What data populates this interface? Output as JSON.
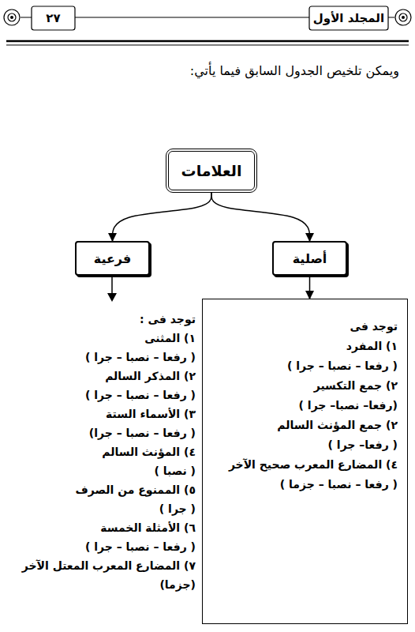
{
  "diagram": {
    "nodes": [
      {
        "text": [
          "العلامات"
        ]
      },
      {
        "text": [
          "أصلية"
        ]
      },
      {
        "text": [
          "فرعية"
        ]
      },
      {
        "text": [
          "توجد فى",
          "١) المفرد",
          "( رفعا – نصبا – جرا )",
          "٢) جمع التكسير",
          "(رفعا– نصبا– جرا )",
          "٢) جمع المؤنث السالم",
          "( رفعا– جرا )",
          "٤) المضارع المعرب صحيح الآخر",
          "( رفعا – نصبا – جزما )"
        ]
      }
    ],
    "edges": [
      {
        "from": 0,
        "to": 1,
        "arrow": "to"
      },
      {
        "from": 0,
        "to": 2,
        "arrow": "to"
      },
      {
        "from": 1,
        "to": 3,
        "arrow": "to"
      }
    ],
    "labels": [
      "المجلد الأول",
      "٢٧",
      "ويمكن تلخيص الجدول السابق فيما يأتي:",
      "توجد فى :",
      "١) المثنى",
      "( رفعا – نصبا – جرا )",
      "٢) المذكر السالم",
      "( رفعا – نصبا – جرا )",
      "٣) الأسماء الستة",
      "( رفعا – نصبا – جرا)",
      "٤) المؤنث السالم",
      "( نصبا )",
      "٥) الممنوع من الصرف",
      "( جرا )",
      "٦) الأمثلة الخمسة",
      "( رفعا – نصبا – جرا )",
      "٧) المضارع المعرب المعتل الآخر",
      "(جزما)"
    ]
  }
}
